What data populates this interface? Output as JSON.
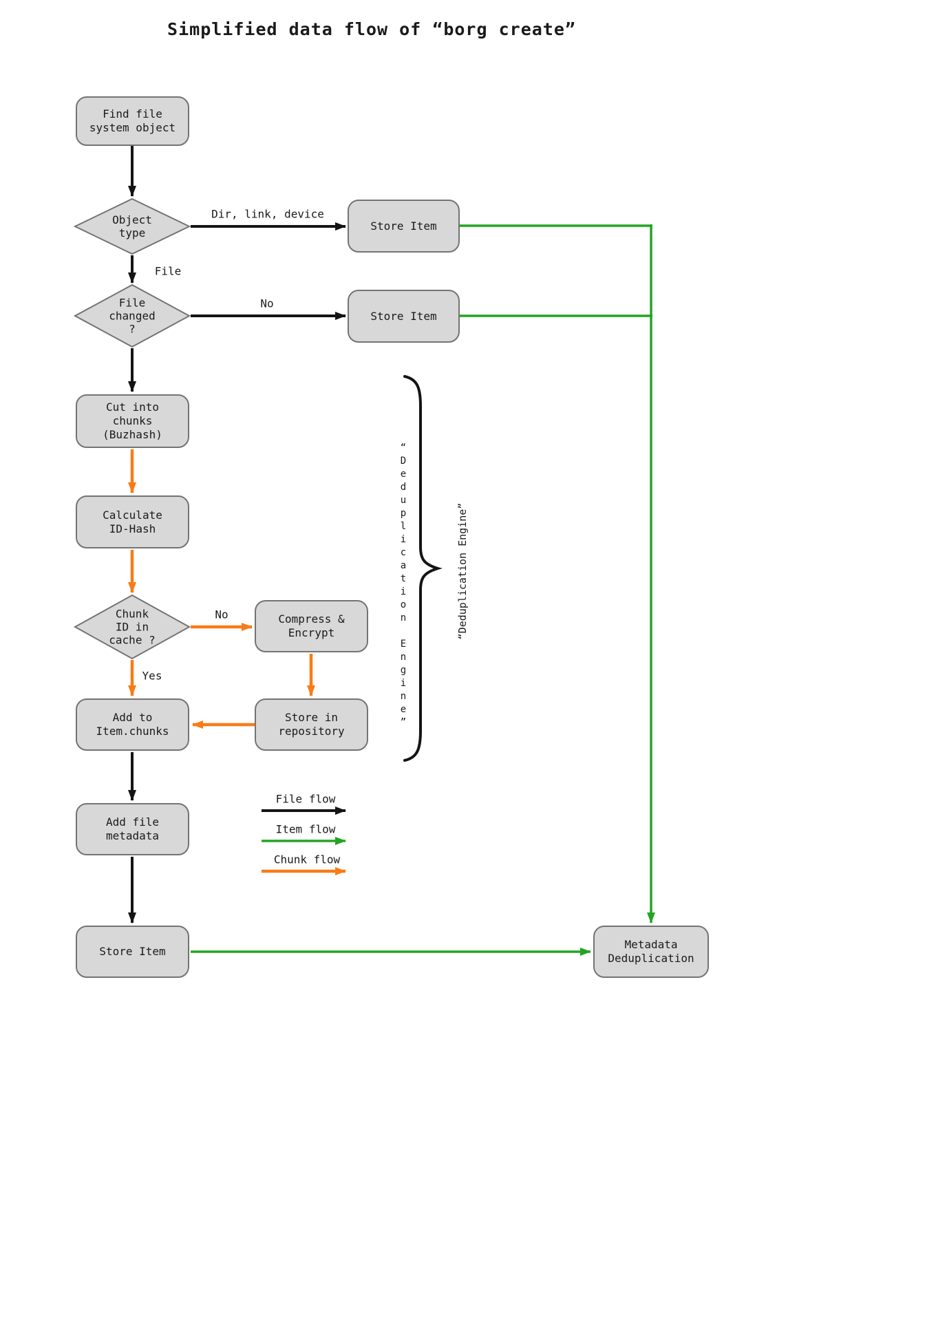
{
  "title": "Simplified data flow of “borg create”",
  "nodes": {
    "find_file": {
      "lines": [
        "Find file",
        "system object"
      ]
    },
    "object_type": {
      "lines": [
        "Object",
        "type"
      ]
    },
    "store_item_1": {
      "lines": [
        "Store Item"
      ]
    },
    "file_changed": {
      "lines": [
        "File",
        "changed",
        "?"
      ]
    },
    "store_item_2": {
      "lines": [
        "Store Item"
      ]
    },
    "cut_chunks": {
      "lines": [
        "Cut into",
        "chunks",
        "(Buzhash)"
      ]
    },
    "calc_hash": {
      "lines": [
        "Calculate",
        "ID-Hash"
      ]
    },
    "chunk_cache": {
      "lines": [
        "Chunk",
        "ID in",
        "cache ?"
      ]
    },
    "compress": {
      "lines": [
        "Compress &",
        "Encrypt"
      ]
    },
    "store_repo": {
      "lines": [
        "Store in",
        "repository"
      ]
    },
    "add_chunks": {
      "lines": [
        "Add to",
        "Item.chunks"
      ]
    },
    "add_metadata": {
      "lines": [
        "Add file",
        "metadata"
      ]
    },
    "store_item_3": {
      "lines": [
        "Store Item"
      ]
    },
    "metadata_dedup": {
      "lines": [
        "Metadata",
        "Deduplication"
      ]
    }
  },
  "edges": {
    "object_type_to_store": "Dir, link, device",
    "object_type_to_file_changed": "File",
    "file_changed_no": "No",
    "cache_no": "No",
    "cache_yes": "Yes"
  },
  "annotations": {
    "dedup_engine_stacked": "“Deduplication Engine”",
    "dedup_engine_rotated": "“Deduplication Engine”"
  },
  "legend": {
    "file_flow": "File flow",
    "item_flow": "Item flow",
    "chunk_flow": "Chunk flow"
  },
  "colors": {
    "file_flow_color": "#141414",
    "item_flow_color": "#23a423",
    "chunk_flow_color": "#f97b17",
    "node_fill": "#d8d8d8",
    "node_border": "#737373"
  }
}
